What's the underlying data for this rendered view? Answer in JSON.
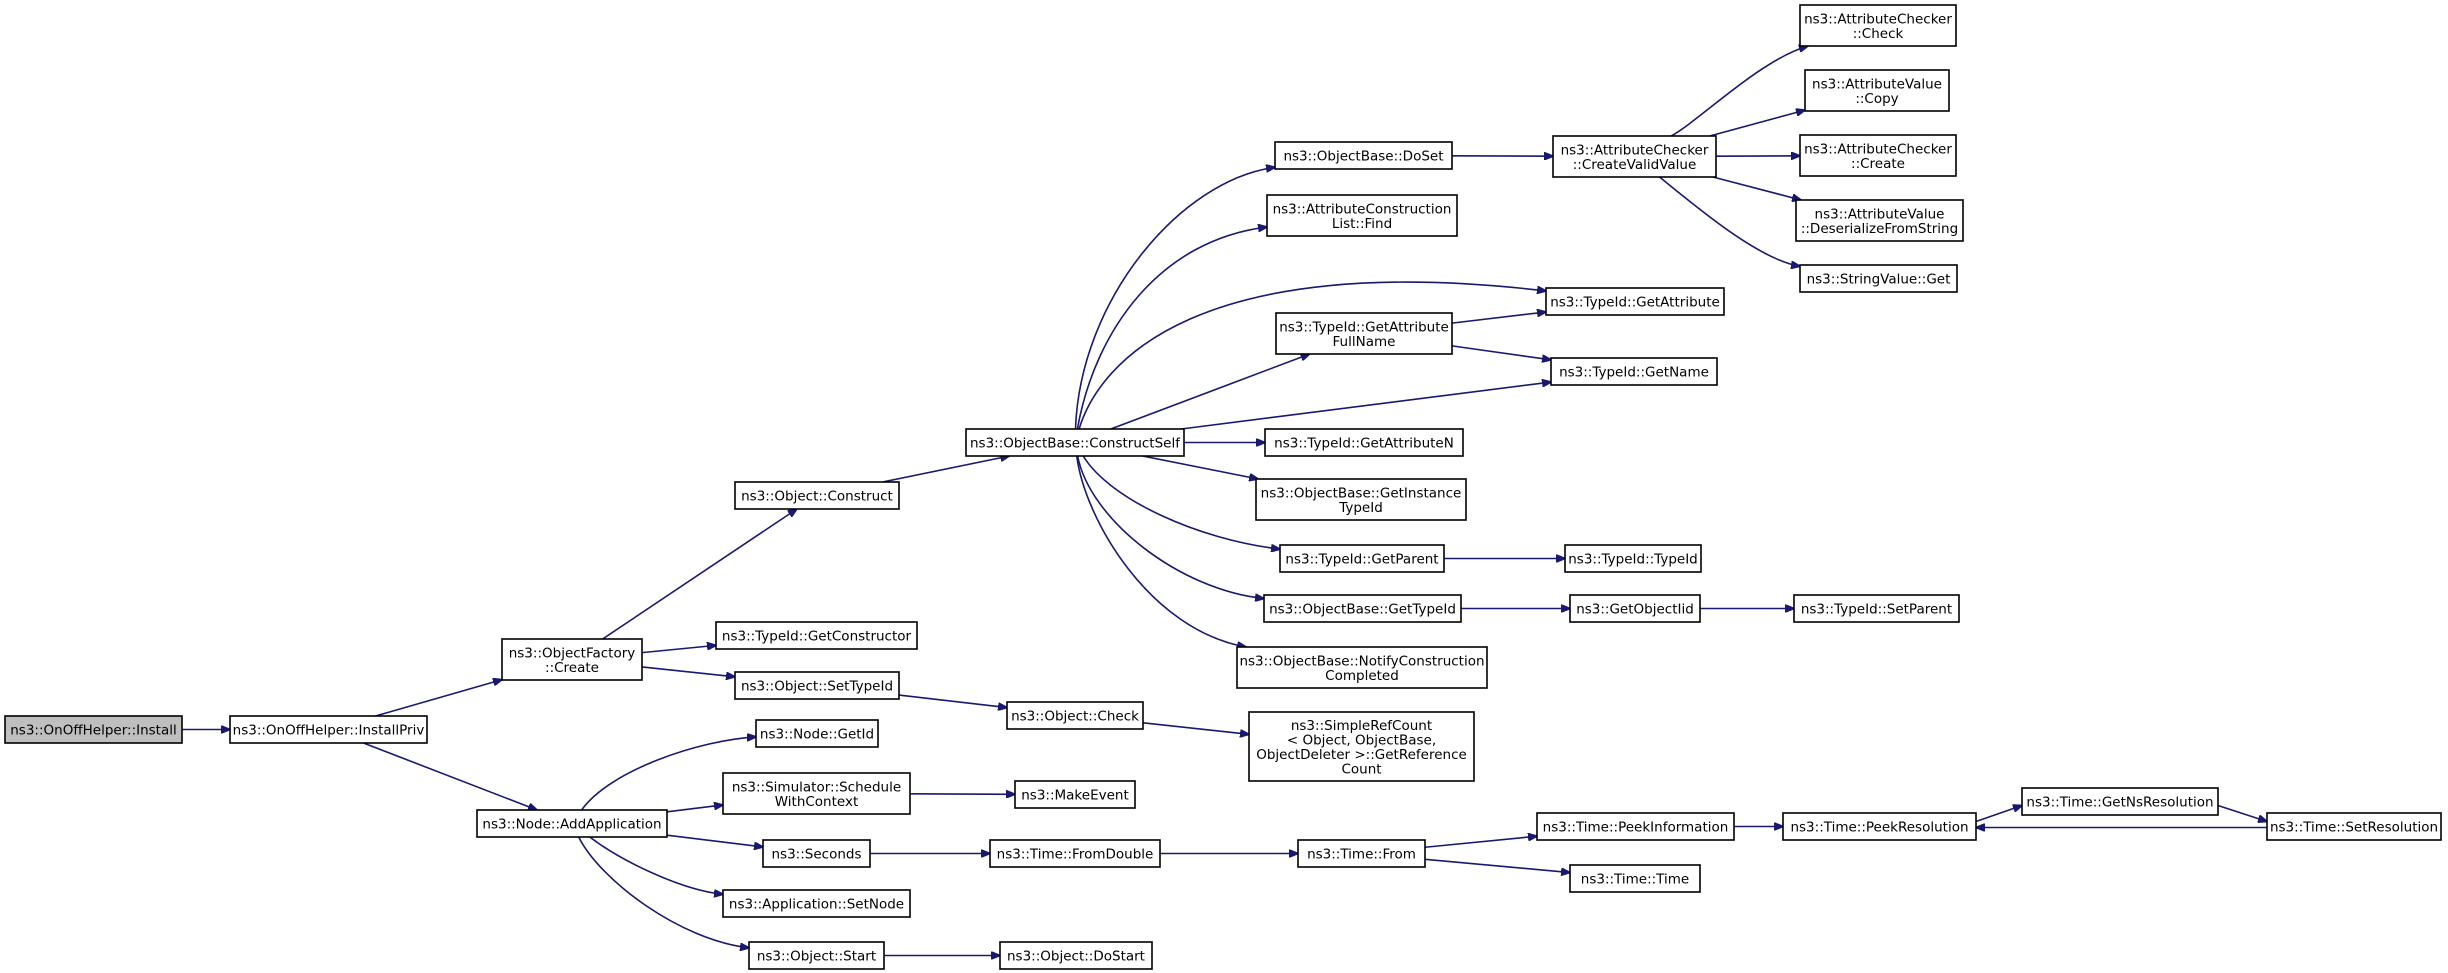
{
  "diagram": {
    "type": "call-graph",
    "nodes": [
      {
        "id": "install",
        "lines": [
          "ns3::OnOffHelper::Install"
        ],
        "root": true
      },
      {
        "id": "installpriv",
        "lines": [
          "ns3::OnOffHelper::InstallPriv"
        ]
      },
      {
        "id": "objfactory_create",
        "lines": [
          "ns3::ObjectFactory",
          "::Create"
        ]
      },
      {
        "id": "node_addapp",
        "lines": [
          "ns3::Node::AddApplication"
        ]
      },
      {
        "id": "object_construct",
        "lines": [
          "ns3::Object::Construct"
        ]
      },
      {
        "id": "typeid_getconstructor",
        "lines": [
          "ns3::TypeId::GetConstructor"
        ]
      },
      {
        "id": "object_settypeid",
        "lines": [
          "ns3::Object::SetTypeId"
        ]
      },
      {
        "id": "node_getid",
        "lines": [
          "ns3::Node::GetId"
        ]
      },
      {
        "id": "sim_schedule",
        "lines": [
          "ns3::Simulator::Schedule",
          "WithContext"
        ]
      },
      {
        "id": "seconds",
        "lines": [
          "ns3::Seconds"
        ]
      },
      {
        "id": "app_setnode",
        "lines": [
          "ns3::Application::SetNode"
        ]
      },
      {
        "id": "object_start",
        "lines": [
          "ns3::Object::Start"
        ]
      },
      {
        "id": "constructself",
        "lines": [
          "ns3::ObjectBase::ConstructSelf"
        ]
      },
      {
        "id": "object_check",
        "lines": [
          "ns3::Object::Check"
        ]
      },
      {
        "id": "makeevent",
        "lines": [
          "ns3::MakeEvent"
        ]
      },
      {
        "id": "time_fromdouble",
        "lines": [
          "ns3::Time::FromDouble"
        ]
      },
      {
        "id": "object_dostart",
        "lines": [
          "ns3::Object::DoStart"
        ]
      },
      {
        "id": "objbase_doset",
        "lines": [
          "ns3::ObjectBase::DoSet"
        ]
      },
      {
        "id": "attrcons_find",
        "lines": [
          "ns3::AttributeConstruction",
          "List::Find"
        ]
      },
      {
        "id": "typeid_getattrfullname",
        "lines": [
          "ns3::TypeId::GetAttribute",
          "FullName"
        ]
      },
      {
        "id": "typeid_getattributen",
        "lines": [
          "ns3::TypeId::GetAttributeN"
        ]
      },
      {
        "id": "objbase_getinstance",
        "lines": [
          "ns3::ObjectBase::GetInstance",
          "TypeId"
        ]
      },
      {
        "id": "typeid_getparent",
        "lines": [
          "ns3::TypeId::GetParent"
        ]
      },
      {
        "id": "objbase_gettypeid",
        "lines": [
          "ns3::ObjectBase::GetTypeId"
        ]
      },
      {
        "id": "objbase_notify",
        "lines": [
          "ns3::ObjectBase::NotifyConstruction",
          "Completed"
        ]
      },
      {
        "id": "simplerefcount",
        "lines": [
          "ns3::SimpleRefCount",
          "< Object, ObjectBase,",
          "ObjectDeleter >::GetReference",
          "Count"
        ]
      },
      {
        "id": "time_from",
        "lines": [
          "ns3::Time::From"
        ]
      },
      {
        "id": "attrchecker_createvalid",
        "lines": [
          "ns3::AttributeChecker",
          "::CreateValidValue"
        ]
      },
      {
        "id": "typeid_getattribute",
        "lines": [
          "ns3::TypeId::GetAttribute"
        ]
      },
      {
        "id": "typeid_getname",
        "lines": [
          "ns3::TypeId::GetName"
        ]
      },
      {
        "id": "typeid_typeid",
        "lines": [
          "ns3::TypeId::TypeId"
        ]
      },
      {
        "id": "getobjectiid",
        "lines": [
          "ns3::GetObjectIid"
        ]
      },
      {
        "id": "time_peekinfo",
        "lines": [
          "ns3::Time::PeekInformation"
        ]
      },
      {
        "id": "time_time",
        "lines": [
          "ns3::Time::Time"
        ]
      },
      {
        "id": "attrchecker_check",
        "lines": [
          "ns3::AttributeChecker",
          "::Check"
        ]
      },
      {
        "id": "attrvalue_copy",
        "lines": [
          "ns3::AttributeValue",
          "::Copy"
        ]
      },
      {
        "id": "attrchecker_create",
        "lines": [
          "ns3::AttributeChecker",
          "::Create"
        ]
      },
      {
        "id": "attrvalue_deserialize",
        "lines": [
          "ns3::AttributeValue",
          "::DeserializeFromString"
        ]
      },
      {
        "id": "stringvalue_get",
        "lines": [
          "ns3::StringValue::Get"
        ]
      },
      {
        "id": "typeid_setparent",
        "lines": [
          "ns3::TypeId::SetParent"
        ]
      },
      {
        "id": "time_peekres",
        "lines": [
          "ns3::Time::PeekResolution"
        ]
      },
      {
        "id": "time_getnsres",
        "lines": [
          "ns3::Time::GetNsResolution"
        ]
      },
      {
        "id": "time_setres",
        "lines": [
          "ns3::Time::SetResolution"
        ]
      }
    ],
    "edges": [
      [
        "install",
        "installpriv"
      ],
      [
        "installpriv",
        "objfactory_create"
      ],
      [
        "installpriv",
        "node_addapp"
      ],
      [
        "objfactory_create",
        "object_construct"
      ],
      [
        "objfactory_create",
        "typeid_getconstructor"
      ],
      [
        "objfactory_create",
        "object_settypeid"
      ],
      [
        "object_construct",
        "constructself"
      ],
      [
        "object_settypeid",
        "object_check"
      ],
      [
        "object_check",
        "simplerefcount"
      ],
      [
        "node_addapp",
        "node_getid"
      ],
      [
        "node_addapp",
        "sim_schedule"
      ],
      [
        "node_addapp",
        "seconds"
      ],
      [
        "node_addapp",
        "app_setnode"
      ],
      [
        "node_addapp",
        "object_start"
      ],
      [
        "sim_schedule",
        "makeevent"
      ],
      [
        "seconds",
        "time_fromdouble"
      ],
      [
        "time_fromdouble",
        "time_from"
      ],
      [
        "time_from",
        "time_peekinfo"
      ],
      [
        "time_from",
        "time_time"
      ],
      [
        "time_peekinfo",
        "time_peekres"
      ],
      [
        "time_peekres",
        "time_getnsres"
      ],
      [
        "time_getnsres",
        "time_setres"
      ],
      [
        "time_setres",
        "time_peekres"
      ],
      [
        "object_start",
        "object_dostart"
      ],
      [
        "constructself",
        "objbase_doset"
      ],
      [
        "constructself",
        "attrcons_find"
      ],
      [
        "constructself",
        "typeid_getattribute"
      ],
      [
        "constructself",
        "typeid_getattrfullname"
      ],
      [
        "constructself",
        "typeid_getname"
      ],
      [
        "constructself",
        "typeid_getattributen"
      ],
      [
        "constructself",
        "objbase_getinstance"
      ],
      [
        "constructself",
        "typeid_getparent"
      ],
      [
        "constructself",
        "objbase_gettypeid"
      ],
      [
        "constructself",
        "objbase_notify"
      ],
      [
        "objbase_doset",
        "attrchecker_createvalid"
      ],
      [
        "attrchecker_createvalid",
        "attrchecker_check"
      ],
      [
        "attrchecker_createvalid",
        "attrvalue_copy"
      ],
      [
        "attrchecker_createvalid",
        "attrchecker_create"
      ],
      [
        "attrchecker_createvalid",
        "attrvalue_deserialize"
      ],
      [
        "attrchecker_createvalid",
        "stringvalue_get"
      ],
      [
        "typeid_getattrfullname",
        "typeid_getattribute"
      ],
      [
        "typeid_getattrfullname",
        "typeid_getname"
      ],
      [
        "typeid_getparent",
        "typeid_typeid"
      ],
      [
        "objbase_gettypeid",
        "getobjectiid"
      ],
      [
        "getobjectiid",
        "typeid_setparent"
      ]
    ]
  }
}
